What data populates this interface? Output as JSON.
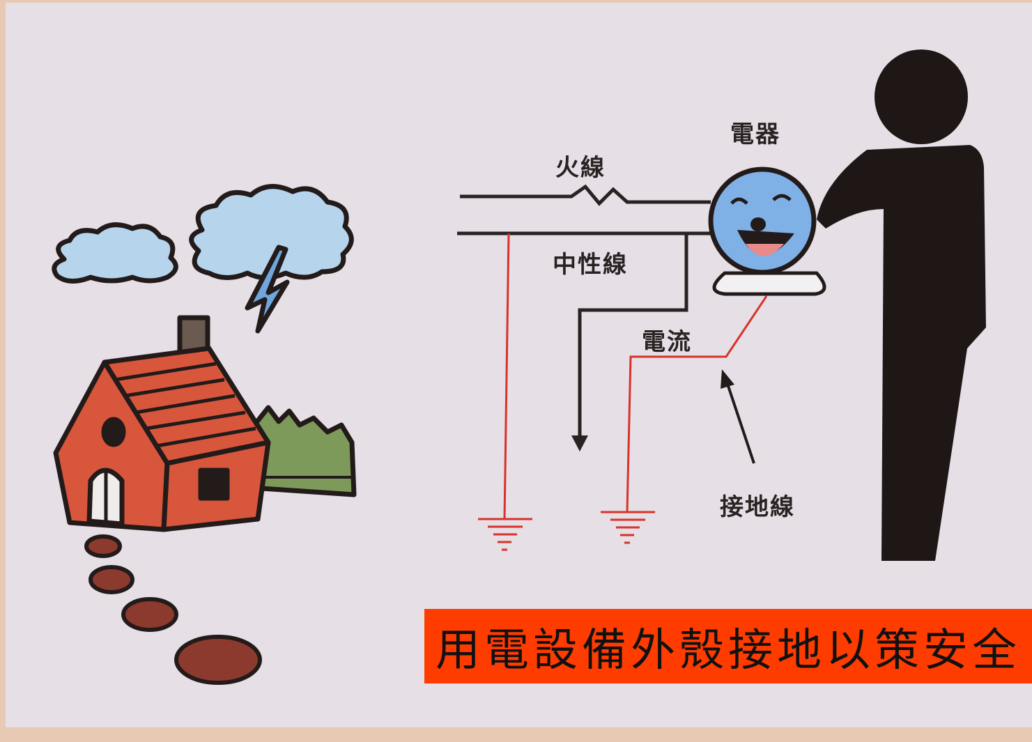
{
  "labels": {
    "live_wire": "火線",
    "appliance": "電器",
    "neutral_wire": "中性線",
    "current": "電流",
    "ground_wire": "接地線"
  },
  "caption": "用電設備外殼接地以策安全",
  "colors": {
    "background": "#d9c3ad",
    "panel": "#e6dfe6",
    "wire_black": "#2a2222",
    "ground_wire_red": "#d8322a",
    "appliance_blue": "#7fb1e6",
    "cloud_blue": "#b6d4ec",
    "house_red": "#d8563c",
    "grass_green": "#7e9a5a",
    "person": "#1f1616",
    "caption_bg": "#ff3c00"
  },
  "icons": [
    "cloud-icon",
    "lightning-icon",
    "house-icon",
    "appliance-face-icon",
    "person-silhouette-icon",
    "ground-symbol-icon"
  ]
}
